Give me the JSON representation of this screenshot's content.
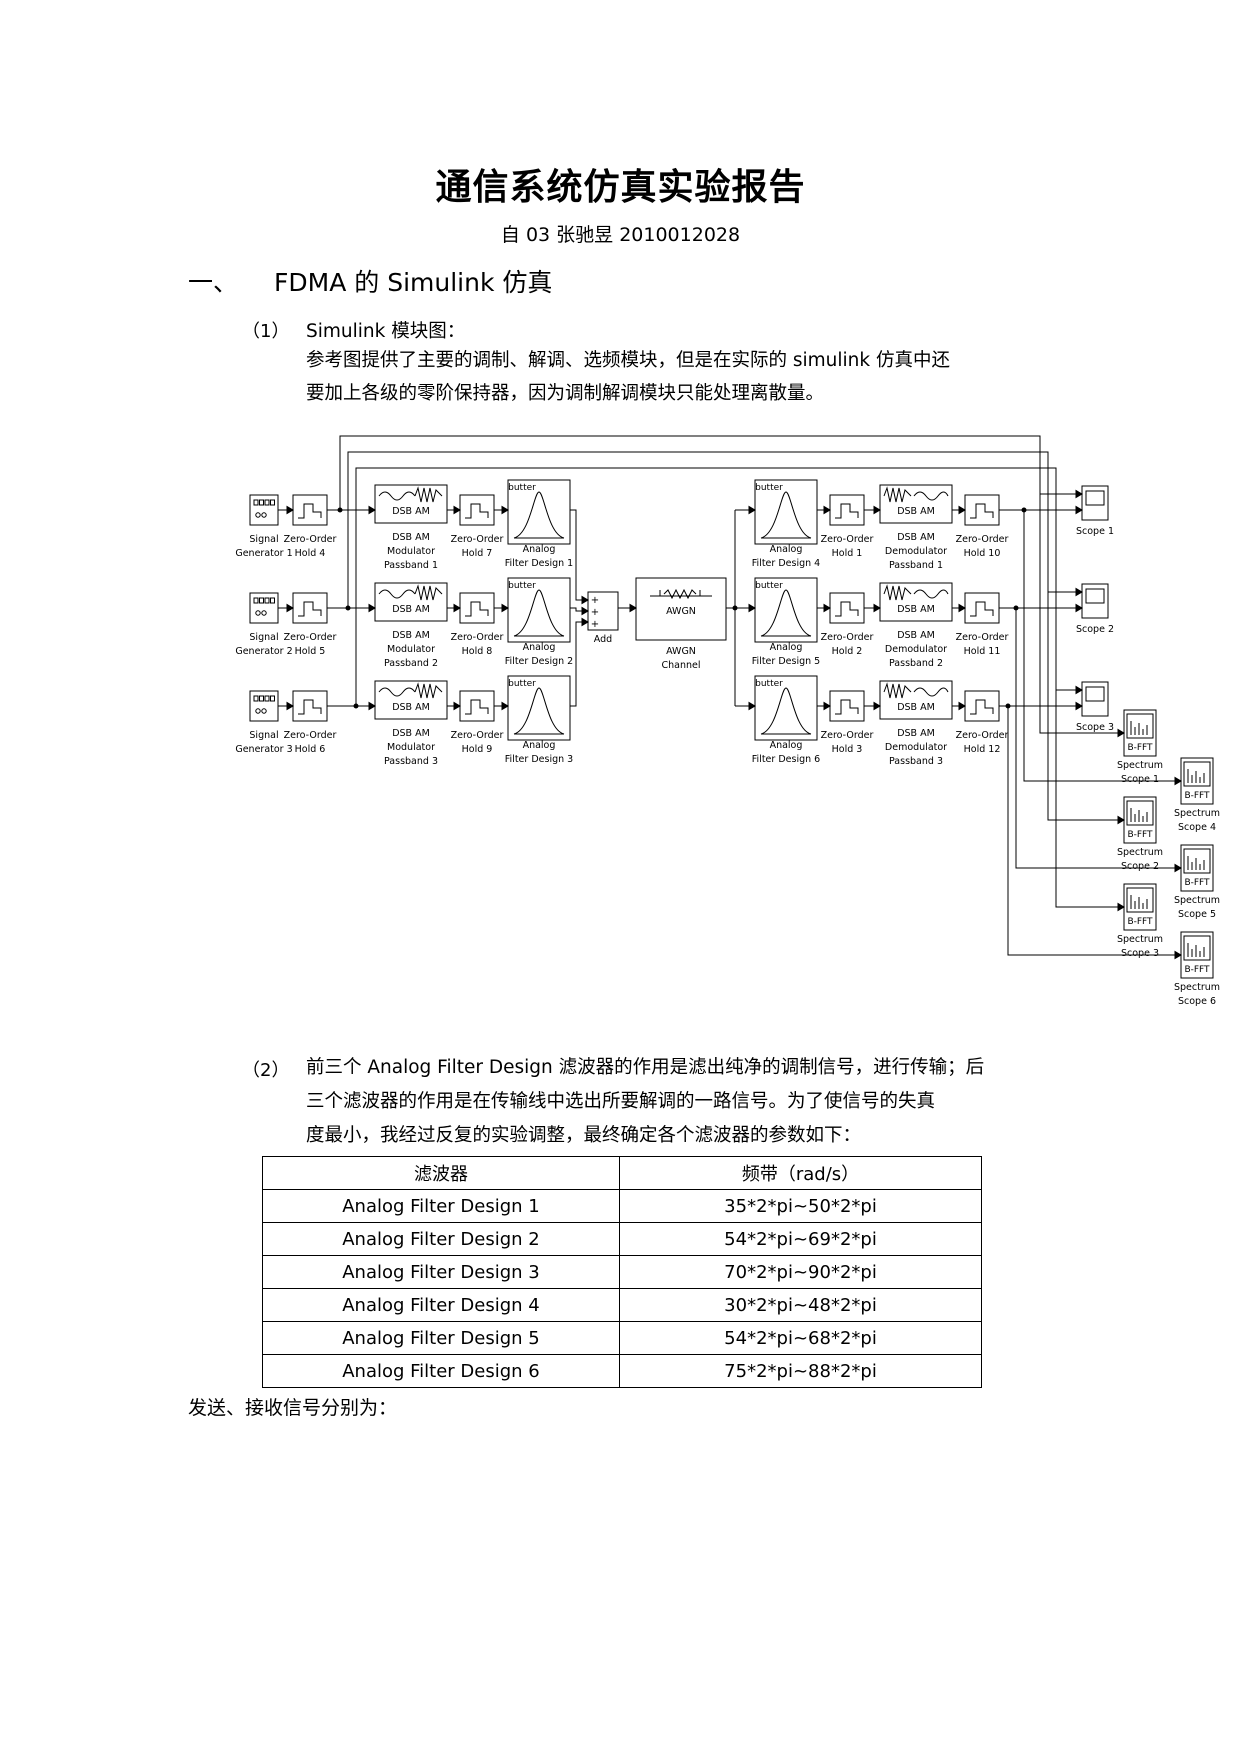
{
  "header": {
    "title": "通信系统仿真实验报告",
    "author": "自 03  张驰昱  2010012028"
  },
  "section1": {
    "number": "一、",
    "title": "FDMA 的 Simulink 仿真"
  },
  "item1": {
    "number": "（1）",
    "label": "Simulink 模块图：",
    "line1": "参考图提供了主要的调制、解调、选频模块，但是在实际的 simulink 仿真中还",
    "line2": "要加上各级的零阶保持器，因为调制解调模块只能处理离散量。"
  },
  "diagram": {
    "blocks": {
      "sg": [
        "Signal",
        "Generator 1",
        "Generator 2",
        "Generator 3"
      ],
      "zoh_tx": [
        [
          "Zero-Order",
          "Hold 4"
        ],
        [
          "Zero-Order",
          "Hold 5"
        ],
        [
          "Zero-Order",
          "Hold 6"
        ]
      ],
      "mod_inner": "DSB AM",
      "mod_label": [
        [
          "DSB AM",
          "Modulator",
          "Passband 1"
        ],
        [
          "DSB AM",
          "Modulator",
          "Passband 2"
        ],
        [
          "DSB AM",
          "Modulator",
          "Passband 3"
        ]
      ],
      "zoh_mid": [
        [
          "Zero-Order",
          "Hold 7"
        ],
        [
          "Zero-Order",
          "Hold 8"
        ],
        [
          "Zero-Order",
          "Hold 9"
        ]
      ],
      "filter_inner": "butter",
      "filter_tx": [
        [
          "Analog",
          "Filter Design 1"
        ],
        [
          "Analog",
          "Filter Design 2"
        ],
        [
          "Analog",
          "Filter Design 3"
        ]
      ],
      "add_label": "Add",
      "awgn_inner": "AWGN",
      "awgn_label": [
        "AWGN",
        "Channel"
      ],
      "filter_rx": [
        [
          "Analog",
          "Filter Design 4"
        ],
        [
          "Analog",
          "Filter Design 5"
        ],
        [
          "Analog",
          "Filter Design 6"
        ]
      ],
      "zoh_rx": [
        [
          "Zero-Order",
          "Hold 1"
        ],
        [
          "Zero-Order",
          "Hold 2"
        ],
        [
          "Zero-Order",
          "Hold 3"
        ]
      ],
      "demod_label": [
        [
          "DSB AM",
          "Demodulator",
          "Passband 1"
        ],
        [
          "DSB AM",
          "Demodulator",
          "Passband 2"
        ],
        [
          "DSB AM",
          "Demodulator",
          "Passband 3"
        ]
      ],
      "zoh_out": [
        [
          "Zero-Order",
          "Hold 10"
        ],
        [
          "Zero-Order",
          "Hold 11"
        ],
        [
          "Zero-Order",
          "Hold 12"
        ]
      ],
      "scopes": [
        "Scope 1",
        "Scope 2",
        "Scope 3"
      ],
      "bfft": "B-FFT",
      "spectrum_left": [
        [
          "Spectrum",
          "Scope 1"
        ],
        [
          "Spectrum",
          "Scope 2"
        ],
        [
          "Spectrum",
          "Scope 3"
        ]
      ],
      "spectrum_right": [
        [
          "Spectrum",
          "Scope 4"
        ],
        [
          "Spectrum",
          "Scope 5"
        ],
        [
          "Spectrum",
          "Scope 6"
        ]
      ]
    }
  },
  "item2": {
    "number": "（2）",
    "line1": "前三个 Analog Filter Design 滤波器的作用是滤出纯净的调制信号，进行传输；后",
    "line2": "三个滤波器的作用是在传输线中选出所要解调的一路信号。为了使信号的失真",
    "line3": "度最小，我经过反复的实验调整，最终确定各个滤波器的参数如下："
  },
  "table": {
    "headers": [
      "滤波器",
      "频带（rad/s）"
    ],
    "rows": [
      [
        "Analog Filter Design 1",
        "35*2*pi~50*2*pi"
      ],
      [
        "Analog Filter Design 2",
        "54*2*pi~69*2*pi"
      ],
      [
        "Analog Filter Design 3",
        "70*2*pi~90*2*pi"
      ],
      [
        "Analog Filter Design 4",
        "30*2*pi~48*2*pi"
      ],
      [
        "Analog Filter Design 5",
        "54*2*pi~68*2*pi"
      ],
      [
        "Analog Filter Design 6",
        "75*2*pi~88*2*pi"
      ]
    ]
  },
  "tail": "发送、接收信号分别为："
}
